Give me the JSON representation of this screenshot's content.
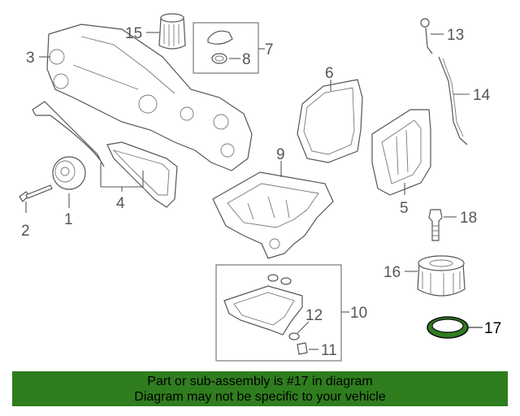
{
  "callouts": {
    "n1": "1",
    "n2": "2",
    "n3": "3",
    "n4": "4",
    "n5": "5",
    "n6": "6",
    "n7": "7",
    "n8": "8",
    "n9": "9",
    "n10": "10",
    "n11": "11",
    "n12": "12",
    "n13": "13",
    "n14": "14",
    "n15": "15",
    "n16": "16",
    "n17": "17",
    "n18": "18"
  },
  "highlight_part": "17",
  "colors": {
    "banner_bg": "#2f7d1e",
    "highlight_ring": "#2f7d1e",
    "line": "#555555"
  },
  "banner": {
    "line1": "Part or sub-assembly is #17 in diagram",
    "line2": "Diagram may not be specific to your vehicle"
  }
}
